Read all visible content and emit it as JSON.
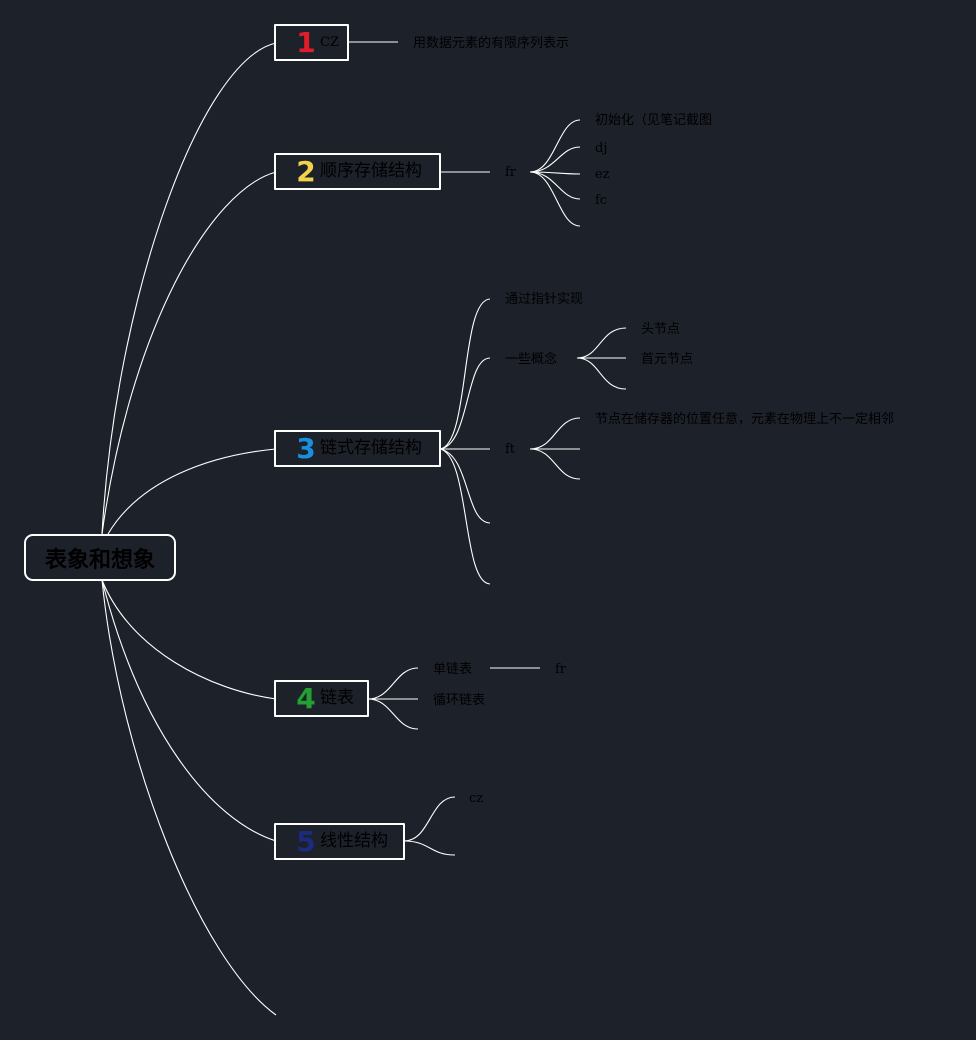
{
  "root": {
    "label": "表象和想象"
  },
  "topics": [
    {
      "number": "1",
      "number_color": "#e11d2a",
      "label": "CZ"
    },
    {
      "number": "2",
      "number_color": "#f2d24a",
      "label": "顺序存储结构"
    },
    {
      "number": "3",
      "number_color": "#1a8fe0",
      "label": "链式存储结构"
    },
    {
      "number": "4",
      "number_color": "#22a032",
      "label": "链表"
    },
    {
      "number": "5",
      "number_color": "#1c2a80",
      "label": "线性结构"
    }
  ],
  "branches": {
    "t1_note": "用数据元素的有限序列表示",
    "t2_fr": "fr",
    "t2_items": [
      "初始化（见笔记截图",
      "dj",
      "ez",
      "fc"
    ],
    "t3_pointer": "通过指针实现",
    "t3_concepts": "一些概念",
    "t3_concept_items": [
      "头节点",
      "首元节点"
    ],
    "t3_ft": "ft",
    "t3_ft_items": [
      "节点在储存器的位置任意，元素在物理上不一定相邻"
    ],
    "t4_items": [
      "单链表",
      "循环链表"
    ],
    "t4_fr": "fr",
    "t5_items": [
      "cz"
    ]
  },
  "colors": {
    "background": "#1d212a",
    "line": "#ffffff",
    "text": "#000000"
  }
}
